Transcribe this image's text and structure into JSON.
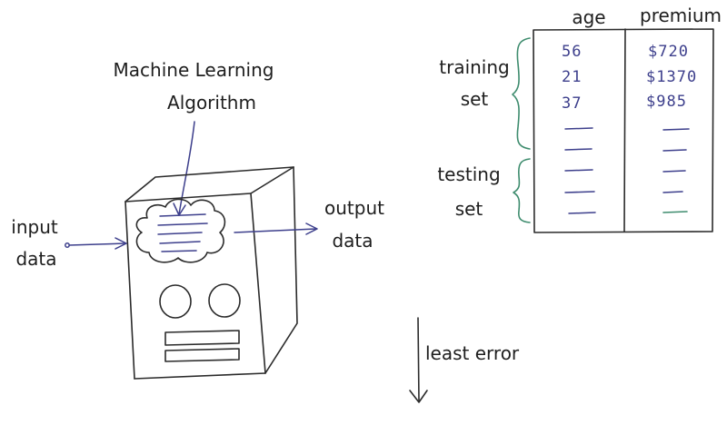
{
  "labels": {
    "ml_algorithm_line1": "Machine Learning",
    "ml_algorithm_line2": "Algorithm",
    "input_line1": "input",
    "input_line2": "data",
    "output_line1": "output",
    "output_line2": "data",
    "training_line1": "training",
    "training_line2": "set",
    "testing_line1": "testing",
    "testing_line2": "set",
    "least_error": "least error"
  },
  "table": {
    "headers": [
      "age",
      "premium"
    ],
    "rows": [
      [
        "56",
        "$720"
      ],
      [
        "21",
        "$1370"
      ],
      [
        "37",
        "$985"
      ]
    ],
    "placeholder_rows": 5
  },
  "colors": {
    "ink": "#2b2b2b",
    "handwriting_blue": "#3d3f8c",
    "accent_green": "#3e8c6e"
  }
}
